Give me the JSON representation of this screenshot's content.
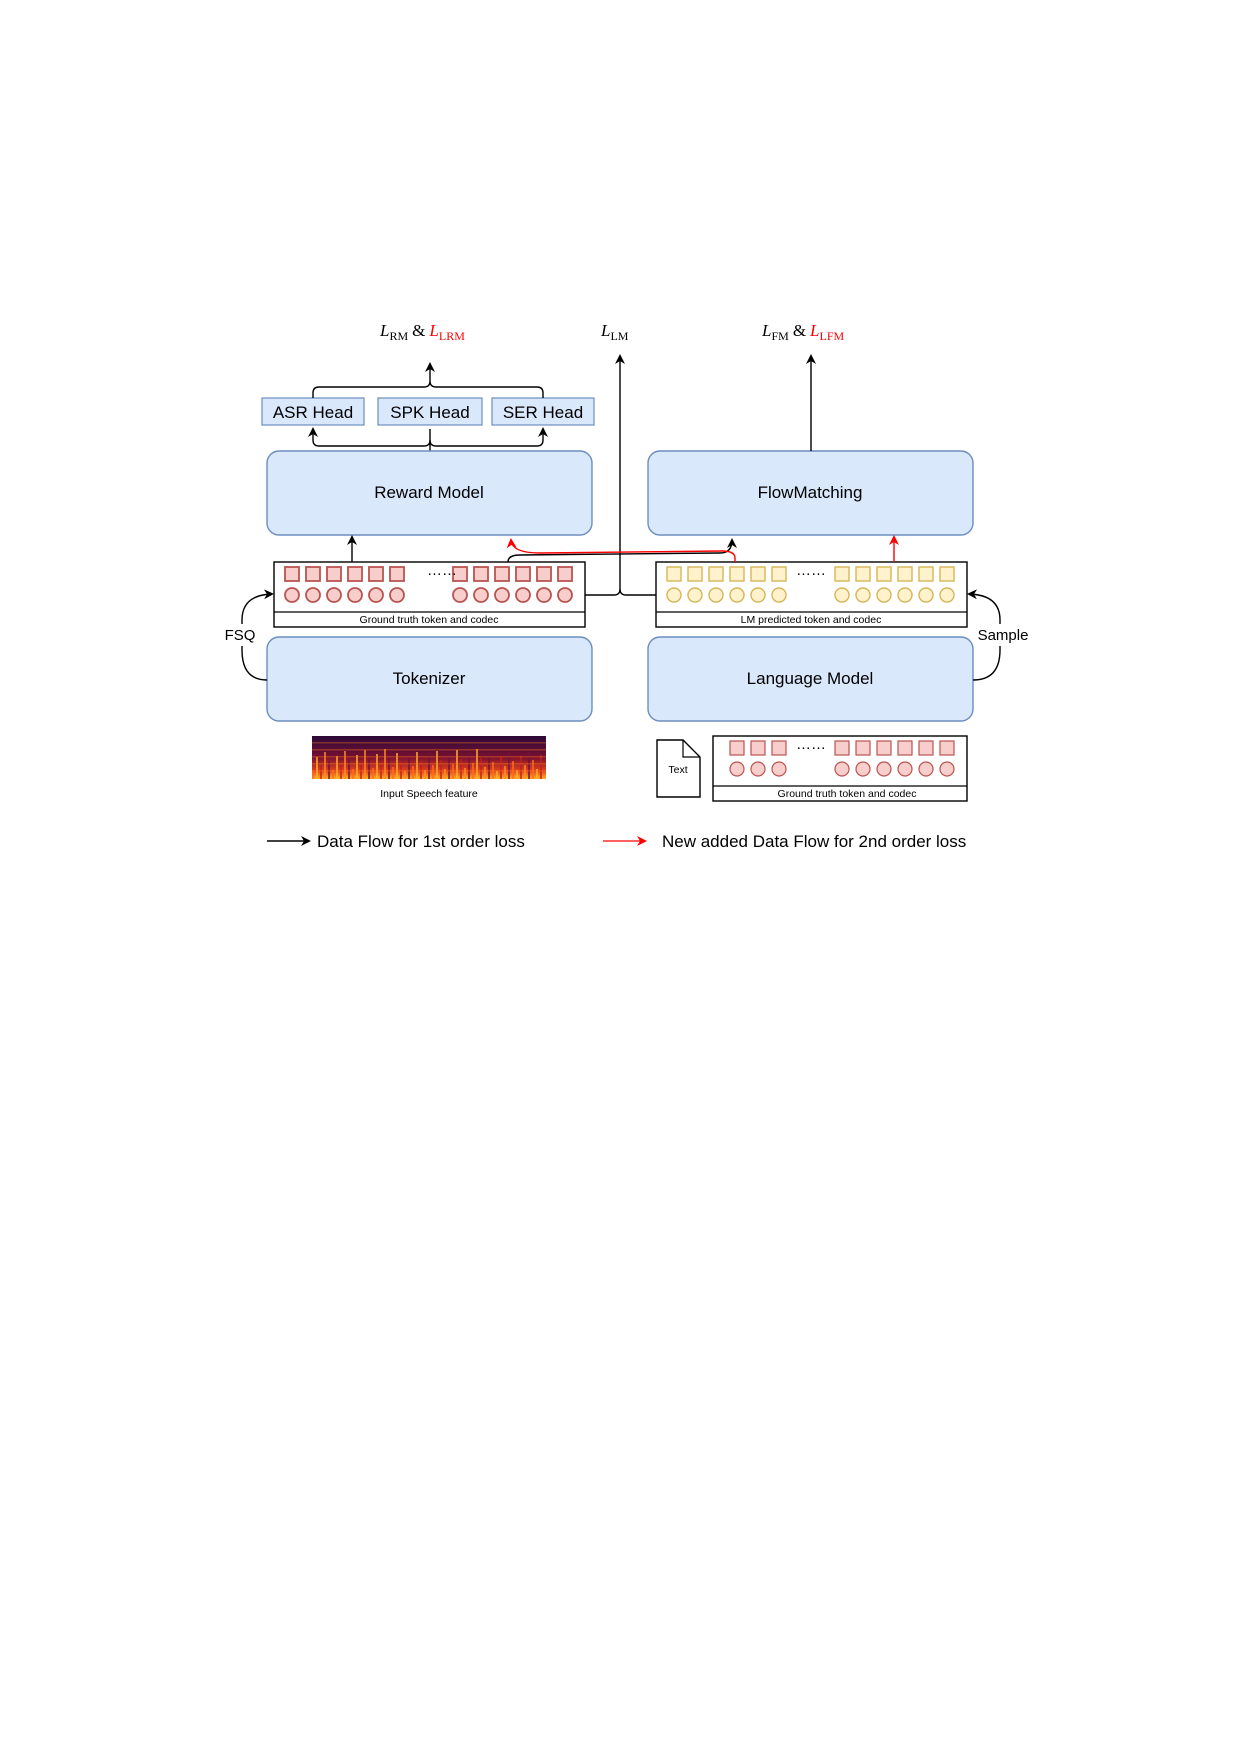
{
  "losses": {
    "rm": {
      "l1": "L",
      "s1": "RM",
      "amp": "&",
      "l2": "L",
      "s2": "LRM"
    },
    "lm": {
      "l1": "L",
      "s1": "LM"
    },
    "fm": {
      "l1": "L",
      "s1": "FM",
      "amp": "&",
      "l2": "L",
      "s2": "LFM"
    }
  },
  "heads": {
    "asr": "ASR Head",
    "spk": "SPK Head",
    "ser": "SER Head"
  },
  "boxes": {
    "reward_model": "Reward Model",
    "flow_matching": "FlowMatching",
    "tokenizer": "Tokenizer",
    "language_model": "Language Model"
  },
  "token_panels": {
    "gt_left": "Ground truth token and codec",
    "lm_pred": "LM predicted token and codec",
    "gt_bottom": "Ground truth token and codec",
    "dots": "……"
  },
  "side_labels": {
    "fsq": "FSQ",
    "sample": "Sample"
  },
  "speech_caption": "Input Speech feature",
  "text_doc": "Text",
  "legend": {
    "first_order": "Data Flow for 1st order loss",
    "second_order": "New added Data Flow for 2nd order loss"
  },
  "colors": {
    "box_fill": "#dae8fc",
    "box_stroke": "#6c8ebf",
    "red_token_fill": "#f8cecc",
    "red_token_stroke": "#b85450",
    "yellow_token_fill": "#fff2cc",
    "yellow_token_stroke": "#d6b656",
    "second_order_flow": "#ff0000",
    "first_order_flow": "#000000"
  }
}
